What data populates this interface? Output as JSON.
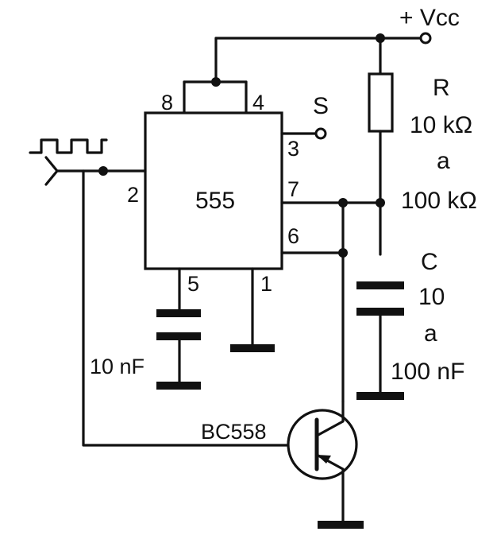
{
  "supply": {
    "label": "+ Vcc"
  },
  "ic": {
    "label": "555",
    "pins": {
      "p8": "8",
      "p4": "4",
      "p3": "3",
      "p2": "2",
      "p7": "7",
      "p6": "6",
      "p5": "5",
      "p1": "1"
    }
  },
  "output": {
    "label": "S"
  },
  "resistor": {
    "name": "R",
    "value_min": "10 kΩ",
    "sep": "a",
    "value_max": "100 kΩ"
  },
  "capacitor_timing": {
    "name": "C",
    "value_min": "10",
    "sep": "a",
    "value_max": "100 nF"
  },
  "capacitor_control": {
    "value": "10 nF"
  },
  "transistor": {
    "label": "BC558"
  }
}
